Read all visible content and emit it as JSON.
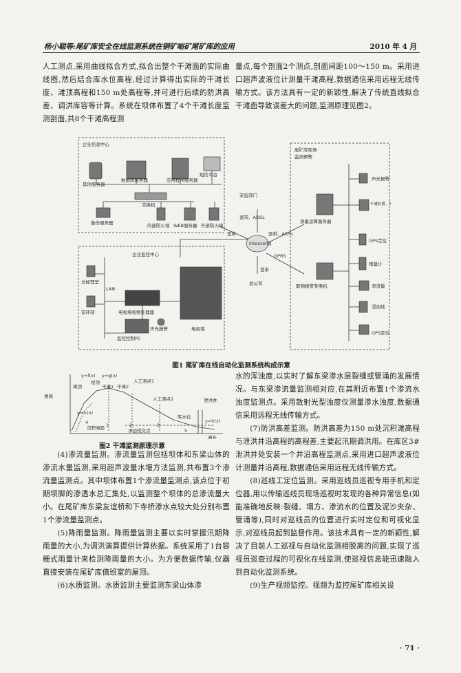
{
  "header": {
    "left": "杨小聪等:尾矿库安全在线监测系统在铜矿峪矿尾矿库的应用",
    "right": "2010 年 4 月"
  },
  "text": {
    "tl": "人工测点,采用曲线拟合方式,拟合出整个干滩面的实际曲线图,然后结合库水位高程,经过计算得出实际的干滩长度、滩顶高程和150 m处高程等,并可进行后续的防洪高差、调洪库容等计算。系统在坝体布置了4个干滩长度监测剖面,共8个干滩高程测",
    "tr": "量点,每个剖面2个测点,剖面间距100～150 m。采用进口超声波液位计测量干滩高程,数据通信采用远程无线传输方式。该方法具有一定的新颖性,解决了传统直线拟合干滩面导致误差大的问题,监测原理见图2。",
    "bl": [
      "(4)渗流量监测。渗流量监测包括坝体和东梁山体的渗流水量监测,采用超声波量水堰方法监测,共布置3个渗流量监测点。其中坝体布置1个渗流量监测点,该点位于初期坝脚的渗透水总汇集处,以监测整个坝体的总渗流量大小。在尾矿库东梁友谊桥和下寺桥渗水点较大处分别布置1个渗流量监测点。",
      "(5)降雨量监测。降雨量监测主要以实时掌握汛期降雨量的大小,为调洪演算提供计算依据。系统采用了1台容栅式雨量计来检测降雨量的大小。为方便数据传输,仪器直接安装在尾矿库值班室的屋顶。",
      "(6)水质监测。水质监测主要监测东梁山体渗"
    ],
    "br": [
      "水的浑浊度,以实时了解东梁渗水层裂缝或管涌的发展情况。与东梁渗流量监测相对应,在其附近布置1个渗流水浊度监测点。采用散射光型浊度仪测量渗水浊度,数据通信采用远程无线传输方式。",
      "(7)防洪高差监测。防洪高差为150 m处沉积滩高程与泄洪井沿高程的高程差,主要起汛期调洪用。在库区3#泄洪井处安装一个井沿高程监测点,采用进口超声波液位计测量井沿高程,数据通信采用远程无线传输方式。",
      "(8)巡线工定位监测。采用巡线员巡视专用手机和定位器,用以传输巡线员现场巡视时发现的各种异常信息(如能准确地反映:裂缝、塌方、渗流水的位置及泥沙夹杂、管涌等),同时对巡线员的位置进行实时定位和可视化显示,对巡线员起到监督作用。该技术具有一定的新颖性,解决了目前人工巡视与自动化监测相脱离的问题,实现了巡视员巡查过程的可视化在线监测,使巡视信息能迅速融入到自动化监测系统。",
      "(9)生产视频监控。视频为监控尾矿库相关设"
    ]
  },
  "fig1": {
    "caption": "图1  尾矿库在线自动化监测系统构成示意",
    "enterprise_info_center": "企业信息中心",
    "other_server": "其他服务器",
    "db_server": "数据库服务器",
    "app_server": "应用程序服务器",
    "sms_platform": "短信平台",
    "switch": "交换机",
    "backup_server": "备份服务器",
    "inner_firewall": "内部防火墙",
    "web_server": "WEB服务器",
    "outer_firewall": "外部防火墙",
    "safety_dept": "安监部门",
    "broadband_adsl_1": "宽带、ADSL",
    "broadband": "宽带",
    "internet": "Internet网",
    "broadband_adsl_2": "宽带、ADSL",
    "gprs": "GPRS",
    "broadband_2": "宽带",
    "head_company": "总公司",
    "monitor_center": "企业监控中心",
    "chief_engineer": "总经理室",
    "safety_office": "安环部",
    "lan": "LAN",
    "video_processor": "电视墙视频处理器",
    "sound_light_alarm": "声光报警",
    "tv_wall": "电视墙",
    "monitor_pc": "监控控制PC",
    "site_title_1": "尾矿库现场",
    "site_title_2": "监测预警",
    "measure_server": "测量运算服务器",
    "alarm_machine": "联网报警专用机",
    "dev_alarm": "声光报警",
    "dev_dry_beach": "干滩长度、库水位、安全高差",
    "dev_gps1": "GPS定位",
    "dev_rain": "雨量计",
    "dev_seepage": "渗流量",
    "dev_cable": "浸润线",
    "dev_gps2": "GPS定位"
  },
  "fig2": {
    "caption": "图2  干滩监测原理示意",
    "y_label": "堆高",
    "x_label": "滩长",
    "f_y": "y=f(x)",
    "g_y": "y=g(x)",
    "beach_top": "滩顶",
    "dam_top": "坝顶",
    "dry1": "干滩1",
    "dry2": "干滩2",
    "manual1": "人工测点1",
    "manual2": "人工测点2",
    "spillway": "泄洪井",
    "water_level": "库水位",
    "h_y": "y=h(x)",
    "sediment": "沉积滩面",
    "intersection": "水边线交点",
    "n1": "1",
    "n2": "2",
    "n3": "3",
    "n4": "4",
    "n5": "5",
    "y_f1": "y=f₁(x)"
  },
  "page_number": "· 71 ·"
}
